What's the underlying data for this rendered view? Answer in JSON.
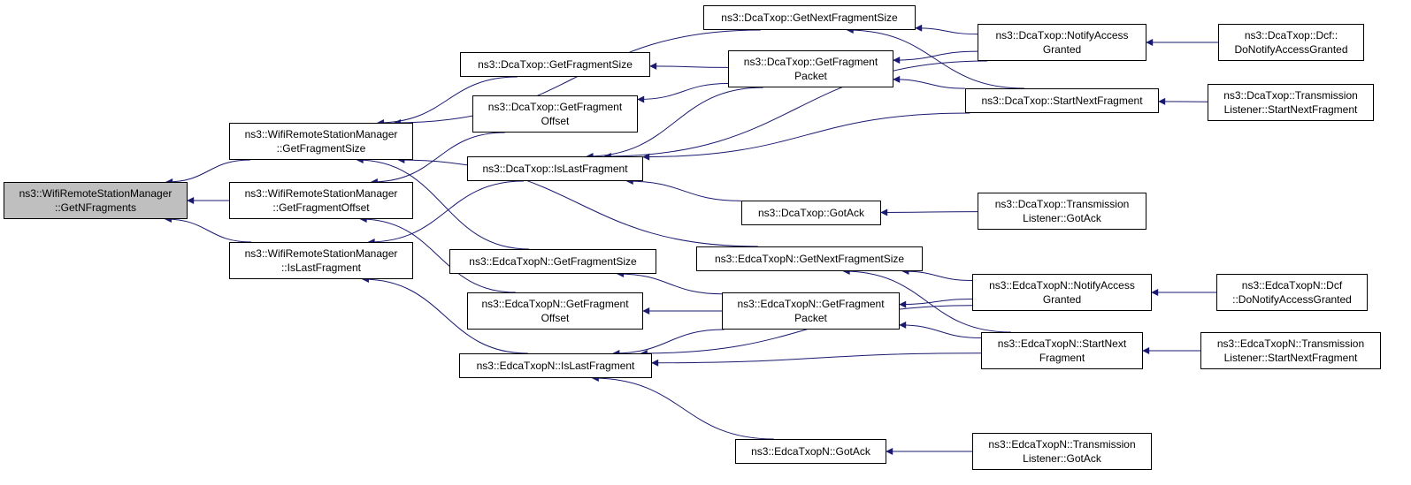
{
  "nodes": {
    "getnfragments": [
      "ns3::WifiRemoteStationManager",
      "::GetNFragments"
    ],
    "wrsm_getfragmentsize": [
      "ns3::WifiRemoteStationManager",
      "::GetFragmentSize"
    ],
    "wrsm_getfragmentoffset": [
      "ns3::WifiRemoteStationManager",
      "::GetFragmentOffset"
    ],
    "wrsm_islastfragment": [
      "ns3::WifiRemoteStationManager",
      "::IsLastFragment"
    ],
    "dca_getnextfragmentsize": [
      "ns3::DcaTxop::GetNextFragmentSize"
    ],
    "dca_getfragmentsize": [
      "ns3::DcaTxop::GetFragmentSize"
    ],
    "dca_getfragmentoffset": [
      "ns3::DcaTxop::GetFragment",
      "Offset"
    ],
    "dca_getfragmentpacket": [
      "ns3::DcaTxop::GetFragment",
      "Packet"
    ],
    "dca_islastfragment": [
      "ns3::DcaTxop::IsLastFragment"
    ],
    "dca_gotack": [
      "ns3::DcaTxop::GotAck"
    ],
    "dca_notifyaccessgranted": [
      "ns3::DcaTxop::NotifyAccess",
      "Granted"
    ],
    "dca_startnextfragment": [
      "ns3::DcaTxop::StartNextFragment"
    ],
    "dca_dcf_donotify": [
      "ns3::DcaTxop::Dcf::",
      "DoNotifyAccessGranted"
    ],
    "dca_tl_startnext": [
      "ns3::DcaTxop::Transmission",
      "Listener::StartNextFragment"
    ],
    "dca_tl_gotack": [
      "ns3::DcaTxop::Transmission",
      "Listener::GotAck"
    ],
    "edca_getfragmentsize": [
      "ns3::EdcaTxopN::GetFragmentSize"
    ],
    "edca_getnextfragmentsize": [
      "ns3::EdcaTxopN::GetNextFragmentSize"
    ],
    "edca_getfragmentoffset": [
      "ns3::EdcaTxopN::GetFragment",
      "Offset"
    ],
    "edca_getfragmentpacket": [
      "ns3::EdcaTxopN::GetFragment",
      "Packet"
    ],
    "edca_islastfragment": [
      "ns3::EdcaTxopN::IsLastFragment"
    ],
    "edca_gotack": [
      "ns3::EdcaTxopN::GotAck"
    ],
    "edca_notifyaccessgranted": [
      "ns3::EdcaTxopN::NotifyAccess",
      "Granted"
    ],
    "edca_startnext": [
      "ns3::EdcaTxopN::StartNext",
      "Fragment"
    ],
    "edca_dcf_donotify": [
      "ns3::EdcaTxopN::Dcf",
      "::DoNotifyAccessGranted"
    ],
    "edca_tl_startnext": [
      "ns3::EdcaTxopN::Transmission",
      "Listener::StartNextFragment"
    ],
    "edca_tl_gotack": [
      "ns3::EdcaTxopN::Transmission",
      "Listener::GotAck"
    ]
  },
  "edges": [
    {
      "from": "wrsm_getfragmentsize",
      "to": "getnfragments"
    },
    {
      "from": "wrsm_getfragmentoffset",
      "to": "getnfragments"
    },
    {
      "from": "wrsm_islastfragment",
      "to": "getnfragments"
    },
    {
      "from": "dca_getnextfragmentsize",
      "to": "wrsm_getfragmentsize"
    },
    {
      "from": "dca_getfragmentsize",
      "to": "wrsm_getfragmentsize"
    },
    {
      "from": "edca_getfragmentsize",
      "to": "wrsm_getfragmentsize"
    },
    {
      "from": "edca_getnextfragmentsize",
      "to": "wrsm_getfragmentsize"
    },
    {
      "from": "dca_getfragmentoffset",
      "to": "wrsm_getfragmentoffset"
    },
    {
      "from": "edca_getfragmentoffset",
      "to": "wrsm_getfragmentoffset"
    },
    {
      "from": "dca_islastfragment",
      "to": "wrsm_islastfragment"
    },
    {
      "from": "edca_islastfragment",
      "to": "wrsm_islastfragment"
    },
    {
      "from": "dca_notifyaccessgranted",
      "to": "dca_getnextfragmentsize"
    },
    {
      "from": "dca_startnextfragment",
      "to": "dca_getnextfragmentsize"
    },
    {
      "from": "dca_getfragmentpacket",
      "to": "dca_getfragmentsize"
    },
    {
      "from": "dca_getfragmentpacket",
      "to": "dca_getfragmentoffset"
    },
    {
      "from": "dca_getfragmentpacket",
      "to": "dca_islastfragment"
    },
    {
      "from": "dca_notifyaccessgranted",
      "to": "dca_islastfragment"
    },
    {
      "from": "dca_startnextfragment",
      "to": "dca_islastfragment"
    },
    {
      "from": "dca_gotack",
      "to": "dca_islastfragment"
    },
    {
      "from": "dca_notifyaccessgranted",
      "to": "dca_getfragmentpacket"
    },
    {
      "from": "dca_startnextfragment",
      "to": "dca_getfragmentpacket"
    },
    {
      "from": "dca_dcf_donotify",
      "to": "dca_notifyaccessgranted"
    },
    {
      "from": "dca_tl_startnext",
      "to": "dca_startnextfragment"
    },
    {
      "from": "dca_tl_gotack",
      "to": "dca_gotack"
    },
    {
      "from": "edca_getfragmentpacket",
      "to": "edca_getfragmentsize"
    },
    {
      "from": "edca_getfragmentpacket",
      "to": "edca_getfragmentoffset"
    },
    {
      "from": "edca_getfragmentpacket",
      "to": "edca_islastfragment"
    },
    {
      "from": "edca_notifyaccessgranted",
      "to": "edca_islastfragment"
    },
    {
      "from": "edca_startnext",
      "to": "edca_islastfragment"
    },
    {
      "from": "edca_gotack",
      "to": "edca_islastfragment"
    },
    {
      "from": "edca_notifyaccessgranted",
      "to": "edca_getnextfragmentsize"
    },
    {
      "from": "edca_startnext",
      "to": "edca_getnextfragmentsize"
    },
    {
      "from": "edca_notifyaccessgranted",
      "to": "edca_getfragmentpacket"
    },
    {
      "from": "edca_startnext",
      "to": "edca_getfragmentpacket"
    },
    {
      "from": "edca_dcf_donotify",
      "to": "edca_notifyaccessgranted"
    },
    {
      "from": "edca_tl_startnext",
      "to": "edca_startnext"
    },
    {
      "from": "edca_tl_gotack",
      "to": "edca_gotack"
    }
  ],
  "colors": {
    "edge": "#191970",
    "root_fill": "#bfbfbf",
    "node_fill": "#ffffff",
    "border": "#000000"
  }
}
